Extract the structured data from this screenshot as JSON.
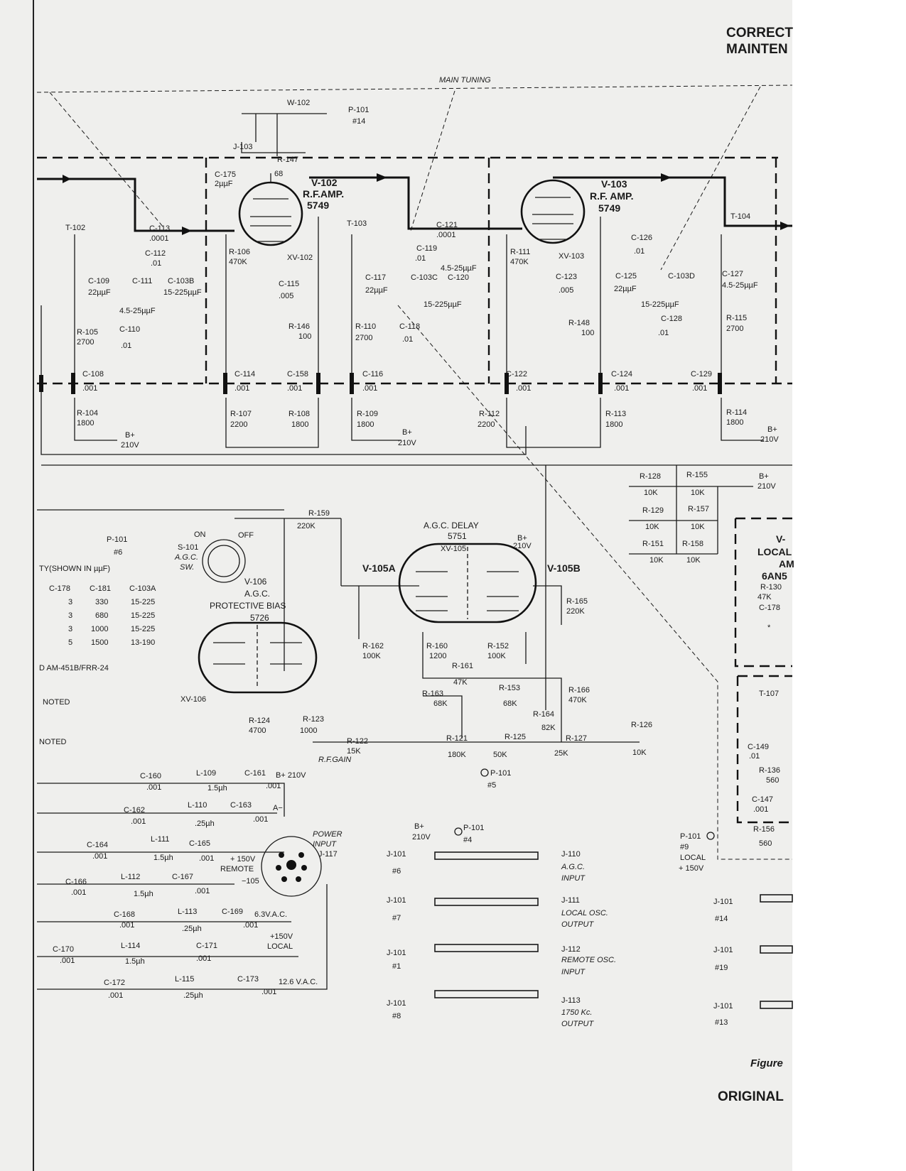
{
  "header": {
    "line1": "CORRECT",
    "line2": "MAINTEN"
  },
  "main_tuning": "MAIN TUNING",
  "footer": {
    "figure": "Figure",
    "original": "ORIGINAL"
  },
  "tubes": {
    "v102": {
      "ref": "V-102",
      "func": "R.F.AMP.",
      "type": "5749",
      "socket": "XV-102"
    },
    "v103": {
      "ref": "V-103",
      "func": "R.F. AMP.",
      "type": "5749",
      "socket": "XV-103"
    },
    "v105": {
      "title": "A.G.C. DELAY",
      "type": "5751",
      "socket": "XV-105",
      "a": "V-105A",
      "b": "V-105B"
    },
    "v106": {
      "ref": "V-106",
      "l1": "A.G.C.",
      "l2": "PROTECTIVE BIAS",
      "type": "5726",
      "socket": "XV-106"
    },
    "v107": {
      "ref": "V-",
      "l1": "LOCAL",
      "l2": "AM",
      "type": "6AN5"
    }
  },
  "top_parts": {
    "w102": "W-102",
    "p101": "P-101",
    "p101_pin": "#14",
    "j103": "J-103",
    "r147": "R-147",
    "r147v": "68",
    "c175": "C-175",
    "c175v": "2µµF",
    "t102": "T-102",
    "c113": "C-113",
    "c113v": ".0001",
    "c112": "C-112",
    "c112v": ".01",
    "c109": "C-109",
    "c109v": "22µµF",
    "c111": "C-111",
    "c103b": "C-103B",
    "c103bv": "15-225µµF",
    "c103bt": "4.5-25µµF",
    "r105": "R-105",
    "r105v": "2700",
    "c110": "C-110",
    "c110v": ".01",
    "c108": "C-108",
    "c108v": ".001",
    "r104": "R-104",
    "r104v": "1800",
    "bplus1": "B+",
    "bplus1v": "210V",
    "r106": "R-106",
    "r106v": "470K",
    "c115": "C-115",
    "c115v": ".005",
    "r146": "R-146",
    "r146v": "100",
    "c114": "C-114",
    "c114v": ".001",
    "c158": "C-158",
    "c158v": ".001",
    "r107": "R-107",
    "r107v": "2200",
    "r108": "R-108",
    "r108v": "1800",
    "t103": "T-103",
    "c121": "C-121",
    "c121v": ".0001",
    "c119": "C-119",
    "c119v": ".01",
    "c117": "C-117",
    "c117v": "22µµF",
    "c103c": "C-103C",
    "c120": "C-120",
    "c120t": "4.5-25µµF",
    "c103cv": "15-225µµF",
    "r110": "R-110",
    "r110v": "2700",
    "c118": "C-118",
    "c118v": ".01",
    "c116": "C-116",
    "c116v": ".001",
    "r109": "R-109",
    "r109v": "1800",
    "bplus2": "B+",
    "bplus2v": "210V",
    "r111": "R-111",
    "r111v": "470K",
    "c123": "C-123",
    "c123v": ".005",
    "r148": "R-148",
    "r148v": "100",
    "c122": "C-122",
    "c122v": ".001",
    "c124": "C-124",
    "c124v": ".001",
    "r112": "R-112",
    "r112v": "2200",
    "r113": "R-113",
    "r113v": "1800",
    "t104": "T-104",
    "c126": "C-126",
    "c126v": ".01",
    "c125": "C-125",
    "c125v": "22µµF",
    "c103d": "C-103D",
    "c103dv": "15-225µµF",
    "c127": "C-127",
    "c127v": "4.5-25µµF",
    "c128": "C-128",
    "c128v": ".01",
    "r115": "R-115",
    "r115v": "2700",
    "c129": "C-129",
    "c129v": ".001",
    "r114": "R-114",
    "r114v": "1800",
    "bplus3": "B+",
    "bplus3v": "210V"
  },
  "right_resistors": {
    "r128": "R-128",
    "r128v": "10K",
    "r155": "R-155",
    "r155v": "10K",
    "bplus": "B+",
    "bplusv": "210V",
    "r129": "R-129",
    "r129v": "10K",
    "r157": "R-157",
    "r157v": "10K",
    "r151": "R-151",
    "r151v": "10K",
    "r158": "R-158",
    "r158v": "10K"
  },
  "agc": {
    "p101": "P-101",
    "p101_pin": "#6",
    "s101": "S-101",
    "on": "ON",
    "off": "OFF",
    "sw1": "A.G.C.",
    "sw2": "SW.",
    "r159": "R-159",
    "r159v": "220K",
    "bplus": "B+",
    "bplusv": "210V",
    "r165": "R-165",
    "r165v": "220K",
    "r162": "R-162",
    "r162v": "100K",
    "r160": "R-160",
    "r160v": "1200",
    "r152": "R-152",
    "r152v": "100K",
    "r161": "R-161",
    "r161v": "47K",
    "r163": "R-163",
    "r163v": "68K",
    "r153": "R-153",
    "r153v": "68K",
    "r166": "R-166",
    "r166v": "470K",
    "r164": "R-164",
    "r164v": "82K",
    "r124": "R-124",
    "r124v": "4700",
    "r123": "R-123",
    "r123v": "1000",
    "r122": "R-122",
    "r122v": "15K",
    "rfgain": "R.F.GAIN",
    "r121": "R-121",
    "r121v": "180K",
    "r125": "R-125",
    "r125v": "50K",
    "r127": "R-127",
    "r127v": "25K",
    "r126": "R-126",
    "r126v": "10K",
    "p101b": "P-101",
    "p101b_pin": "#5"
  },
  "local_block": {
    "r130": "R-130",
    "r130v": "47K",
    "c178": "C-178",
    "star": "*",
    "t107": "T-107",
    "c149": "C-149",
    "c149v": ".01",
    "r136": "R-136",
    "r136v": "560",
    "c147": "C-147",
    "c147v": ".001",
    "r156": "R-156",
    "r156v": "560",
    "p101": "P-101",
    "p101_pin": "#9",
    "local": "LOCAL",
    "plus150": "+ 150V"
  },
  "table": {
    "caption": "TY(SHOWN IN µµF)",
    "headers": [
      "C-178",
      "C-181",
      "C-103A"
    ],
    "rows": [
      [
        "3",
        "330",
        "15-225"
      ],
      [
        "3",
        "680",
        "15-225"
      ],
      [
        "3",
        "1000",
        "15-225"
      ],
      [
        "5",
        "1500",
        "13-190"
      ]
    ],
    "note1": "D AM-451B/FRR-24",
    "note2": "NOTED",
    "note3": "NOTED"
  },
  "filters": {
    "c160": "C-160",
    "c160v": ".001",
    "l109": "L-109",
    "l109v": "1.5µh",
    "c161": "C-161",
    "c161v": ".001",
    "lab1": "B+ 210V",
    "c162": "C-162",
    "c162v": ".001",
    "l110": "L-110",
    "l110v": ".25µh",
    "c163": "C-163",
    "c163v": ".001",
    "lab2": "A−",
    "c164": "C-164",
    "c164v": ".001",
    "l111": "L-111",
    "l111v": "1.5µh",
    "c165": "C-165",
    "c165v": ".001",
    "lab3a": "+ 150V",
    "lab3b": "REMOTE",
    "c166": "C-166",
    "c166v": ".001",
    "l112": "L-112",
    "l112v": "1.5µh",
    "c167": "C-167",
    "c167v": ".001",
    "lab4": "−105",
    "c168": "C-168",
    "c168v": ".001",
    "l113": "L-113",
    "l113v": ".25µh",
    "c169": "C-169",
    "c169v": ".001",
    "lab5": "6.3V.A.C.",
    "c170": "C-170",
    "c170v": ".001",
    "l114": "L-114",
    "l114v": "1.5µh",
    "c171": "C-171",
    "c171v": ".001",
    "lab6a": "+150V",
    "lab6b": "LOCAL",
    "c172": "C-172",
    "c172v": ".001",
    "l115": "L-115",
    "l115v": ".25µh",
    "c173": "C-173",
    "c173v": ".001",
    "lab7": "12.6 V.A.C.",
    "power1": "POWER",
    "power2": "INPUT",
    "power3": "J-117"
  },
  "connectors": {
    "bplus": "B+",
    "bplusv": "210V",
    "p101": "P-101",
    "p101_pin": "#4",
    "rows": [
      {
        "j": "J-101",
        "pin": "#6",
        "out": "J-110",
        "l1": "A.G.C.",
        "l2": "INPUT"
      },
      {
        "j": "J-101",
        "pin": "#7",
        "out": "J-111",
        "l1": "LOCAL OSC.",
        "l2": "OUTPUT"
      },
      {
        "j": "J-101",
        "pin": "#1",
        "out": "J-112",
        "l1": "REMOTE OSC.",
        "l2": "INPUT"
      },
      {
        "j": "J-101",
        "pin": "#8",
        "out": "J-113",
        "l1": "1750 Kc.",
        "l2": "OUTPUT"
      }
    ],
    "right": [
      {
        "j": "J-101",
        "pin": "#14"
      },
      {
        "j": "J-101",
        "pin": "#19"
      },
      {
        "j": "J-101",
        "pin": "#13"
      }
    ]
  }
}
